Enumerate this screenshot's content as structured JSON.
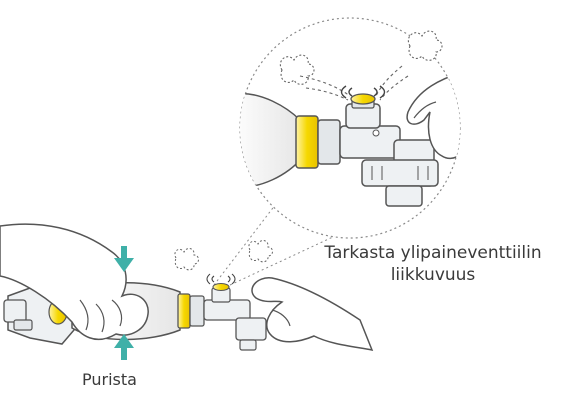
{
  "labels": {
    "check_line1": "Tarkasta ylipaineventtiilin",
    "check_line2": "liikkuvuus",
    "squeeze": "Purista"
  },
  "colors": {
    "outline": "#555555",
    "skin": "#ffffff",
    "arrow": "#3fb0a8",
    "valve_yellow": "#f2c500",
    "bag_shade": "#e9e9e9",
    "collar": "#e3e7ea",
    "dashed_circle": "#8a8a8a"
  },
  "icons": [
    "hand-icon",
    "bag-icon",
    "valve-icon",
    "air-puff-icon",
    "pressure-arrow-icon",
    "magnifier-circle-icon"
  ]
}
